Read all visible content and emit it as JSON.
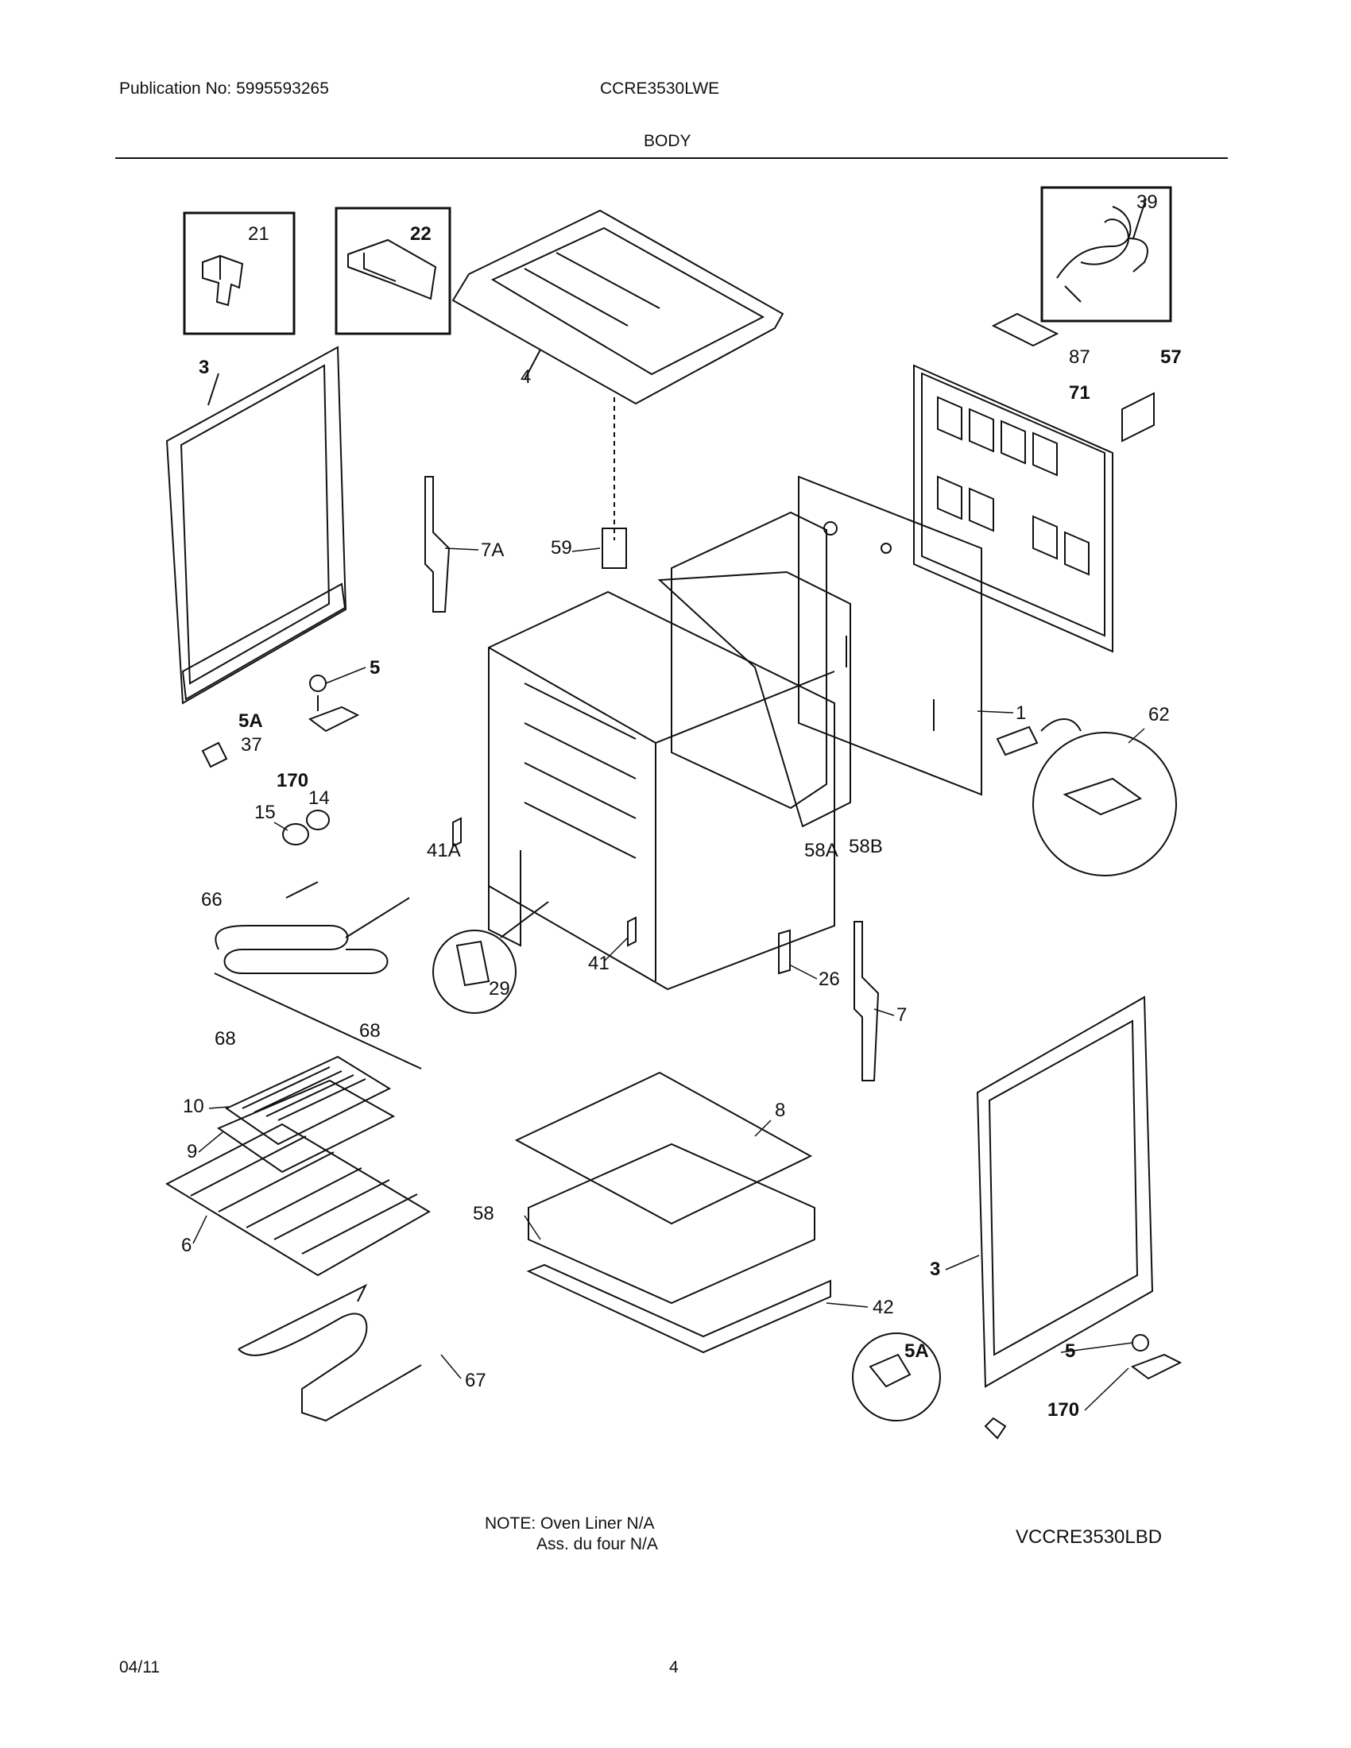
{
  "header": {
    "publication": "Publication No: 5995593265",
    "model": "CCRE3530LWE",
    "section": "BODY"
  },
  "diagram": {
    "labels": {
      "p21": "21",
      "p22": "22",
      "p39": "39",
      "p4": "4",
      "p87": "87",
      "p57": "57",
      "p71": "71",
      "p3a": "3",
      "p7A": "7A",
      "p59": "59",
      "p5a": "5",
      "p5Aa": "5A",
      "p37": "37",
      "p170a": "170",
      "p1": "1",
      "p62": "62",
      "p15": "15",
      "p14": "14",
      "p41A": "41A",
      "p58A": "58A",
      "p58B": "58B",
      "p66": "66",
      "p29": "29",
      "p41": "41",
      "p26": "26",
      "p7": "7",
      "p68a": "68",
      "p68b": "68",
      "p10": "10",
      "p9": "9",
      "p8": "8",
      "p6": "6",
      "p58": "58",
      "p42": "42",
      "p3b": "3",
      "p5Ab": "5A",
      "p5b": "5",
      "p170b": "170",
      "p67": "67"
    }
  },
  "note": {
    "line1": "NOTE: Oven Liner N/A",
    "line2": "Ass. du four N/A"
  },
  "drawing_code": "VCCRE3530LBD",
  "footer": {
    "date": "04/11",
    "page": "4"
  }
}
